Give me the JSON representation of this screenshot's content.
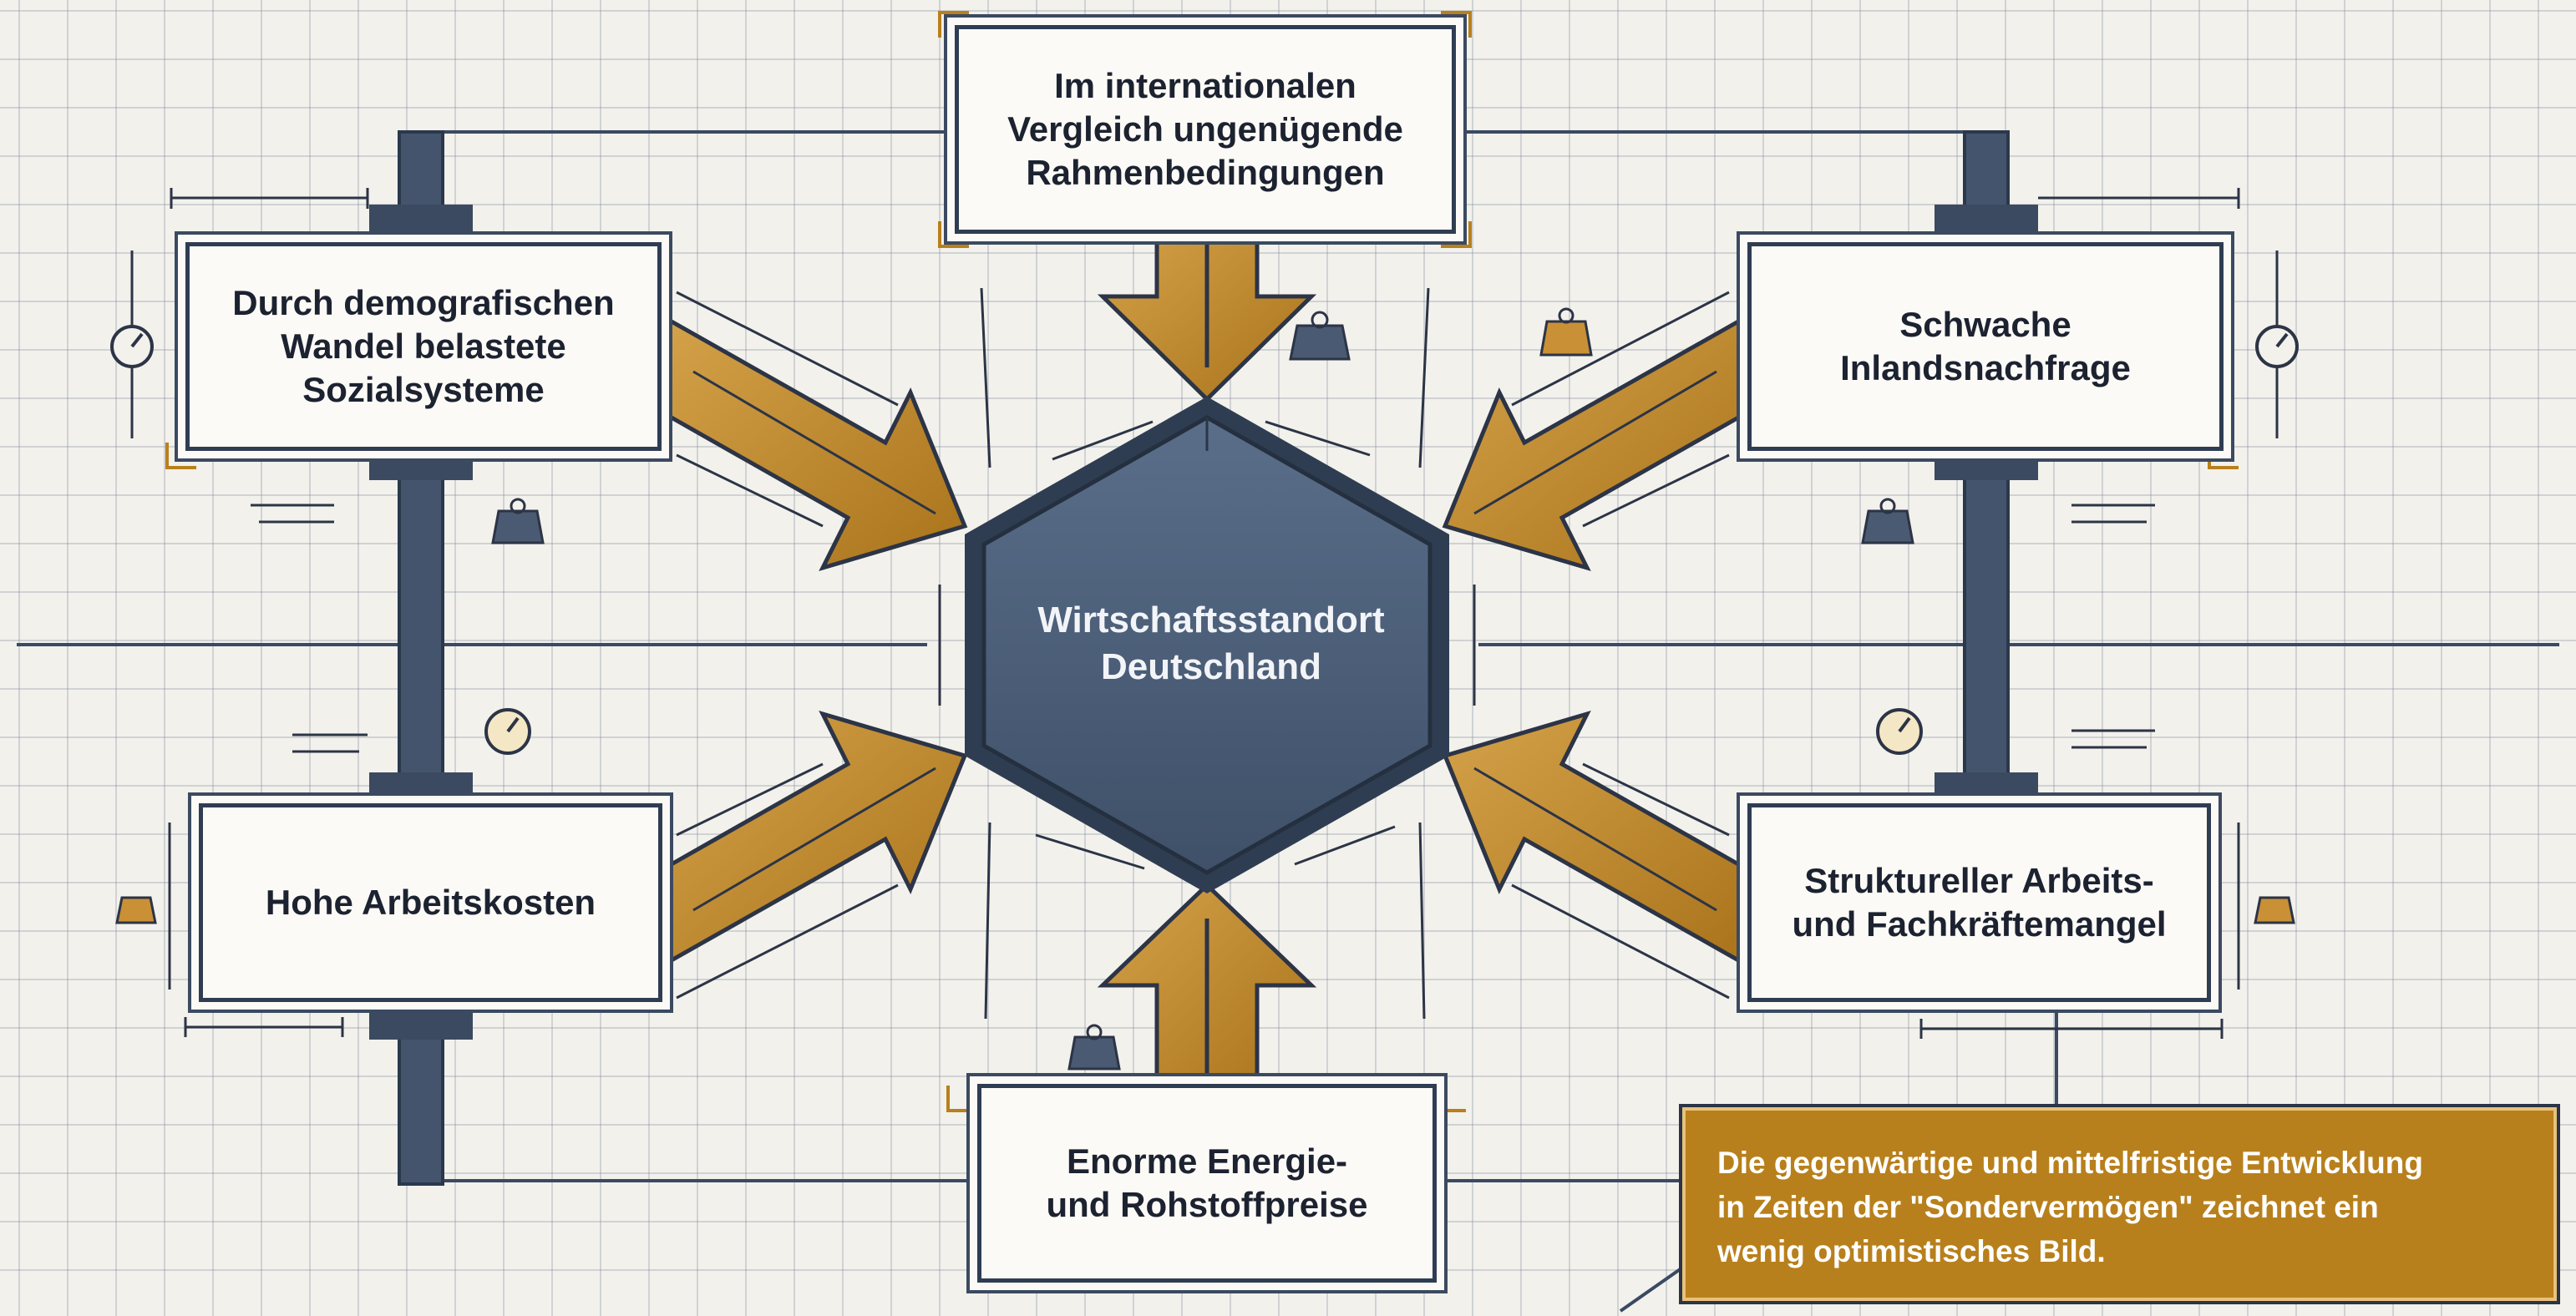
{
  "center": {
    "title_line1": "Wirtschaftsstandort",
    "title_line2": "Deutschland"
  },
  "factors": {
    "top": {
      "l1": "Im internationalen",
      "l2": "Vergleich ungenügende",
      "l3": "Rahmenbedingungen"
    },
    "top_left": {
      "l1": "Durch demografischen",
      "l2": "Wandel belastete",
      "l3": "Sozialsysteme"
    },
    "top_right": {
      "l1": "Schwache",
      "l2": "Inlandsnachfrage"
    },
    "bottom_left": {
      "l1": "Hohe Arbeitskosten"
    },
    "bottom_right": {
      "l1": "Struktureller Arbeits-",
      "l2": "und Fachkräftemangel"
    },
    "bottom": {
      "l1": "Enorme Energie-",
      "l2": "und Rohstoffpreise"
    }
  },
  "note": {
    "l1": "Die gegenwärtige und mittelfristige Entwicklung",
    "l2": "in Zeiten der \"Sondervermögen\" zeichnet ein",
    "l3": "wenig optimistisches Bild."
  },
  "colors": {
    "navy": "#2f3d52",
    "hex_fill": "#4a5d78",
    "arrow_gold": "#b8801c",
    "arrow_light": "#d9a94e",
    "paper": "#f2f1ec"
  },
  "icons": [
    "weight-icon",
    "gauge-icon",
    "dimension-line-icon"
  ]
}
